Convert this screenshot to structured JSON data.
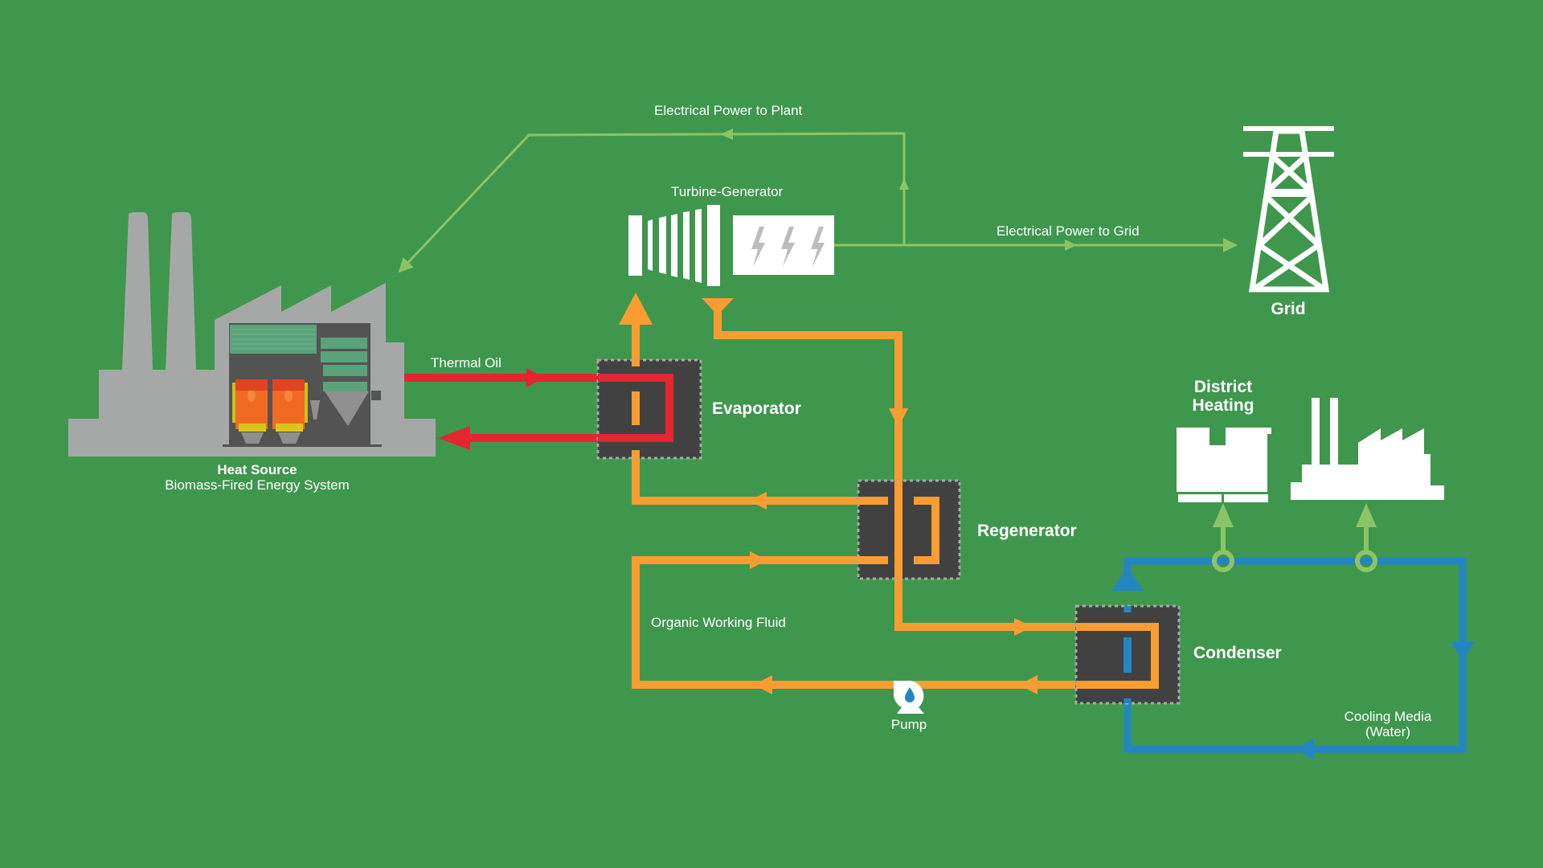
{
  "labels": {
    "power_to_plant": "Electrical Power to Plant",
    "turbine_generator": "Turbine-Generator",
    "power_to_grid": "Electrical Power to Grid",
    "grid": "Grid",
    "thermal_oil": "Thermal Oil",
    "evaporator": "Evaporator",
    "regenerator": "Regenerator",
    "condenser": "Condenser",
    "district_heating_line1": "District",
    "district_heating_line2": "Heating",
    "heat_source_title": "Heat Source",
    "heat_source_subtitle": "Biomass-Fired Energy System",
    "organic_working_fluid": "Organic Working Fluid",
    "pump": "Pump",
    "cooling_media_line1": "Cooling Media",
    "cooling_media_line2": "(Water)"
  },
  "colors": {
    "background": "#3f974d",
    "thermal_oil": "#e3262f",
    "working_fluid": "#f99d33",
    "cooling_water": "#2386c2",
    "electric": "#8cc465",
    "exchanger": "#414141",
    "plant_gray": "#a6a8a7"
  }
}
